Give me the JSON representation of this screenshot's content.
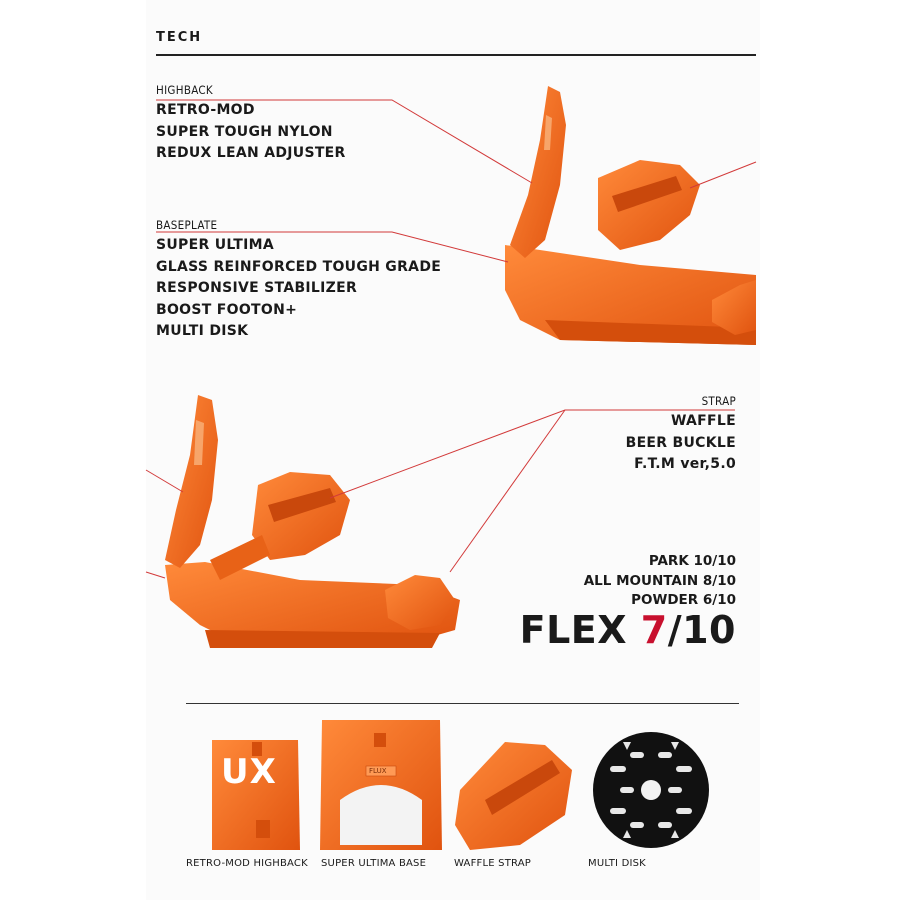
{
  "section_title": "TECH",
  "highback": {
    "category": "HIGHBACK",
    "features": [
      "RETRO-MOD",
      "SUPER TOUGH NYLON",
      "REDUX LEAN ADJUSTER"
    ]
  },
  "baseplate": {
    "category": "BASEPLATE",
    "features": [
      "SUPER ULTIMA",
      "GLASS REINFORCED TOUGH GRADE",
      "RESPONSIVE STABILIZER",
      "BOOST FOOTON+",
      "MULTI DISK"
    ]
  },
  "strap": {
    "category": "STRAP",
    "features": [
      "WAFFLE",
      "BEER BUCKLE",
      "F.T.M ver,5.0"
    ]
  },
  "flex": {
    "usage": [
      "PARK 10/10",
      "ALL MOUNTAIN 8/10",
      "POWDER 6/10"
    ],
    "label": "FLEX ",
    "value": "7",
    "scale": "/10"
  },
  "parts": [
    {
      "caption": "RETRO-MOD HIGHBACK",
      "badge": "UX"
    },
    {
      "caption": "SUPER ULTIMA BASE",
      "badge": "FLUX"
    },
    {
      "caption": "WAFFLE STRAP"
    },
    {
      "caption": "MULTI DISK"
    }
  ],
  "colors": {
    "product_orange": "#f26a1b",
    "accent_red": "#c8102e",
    "disk_black": "#111111"
  }
}
